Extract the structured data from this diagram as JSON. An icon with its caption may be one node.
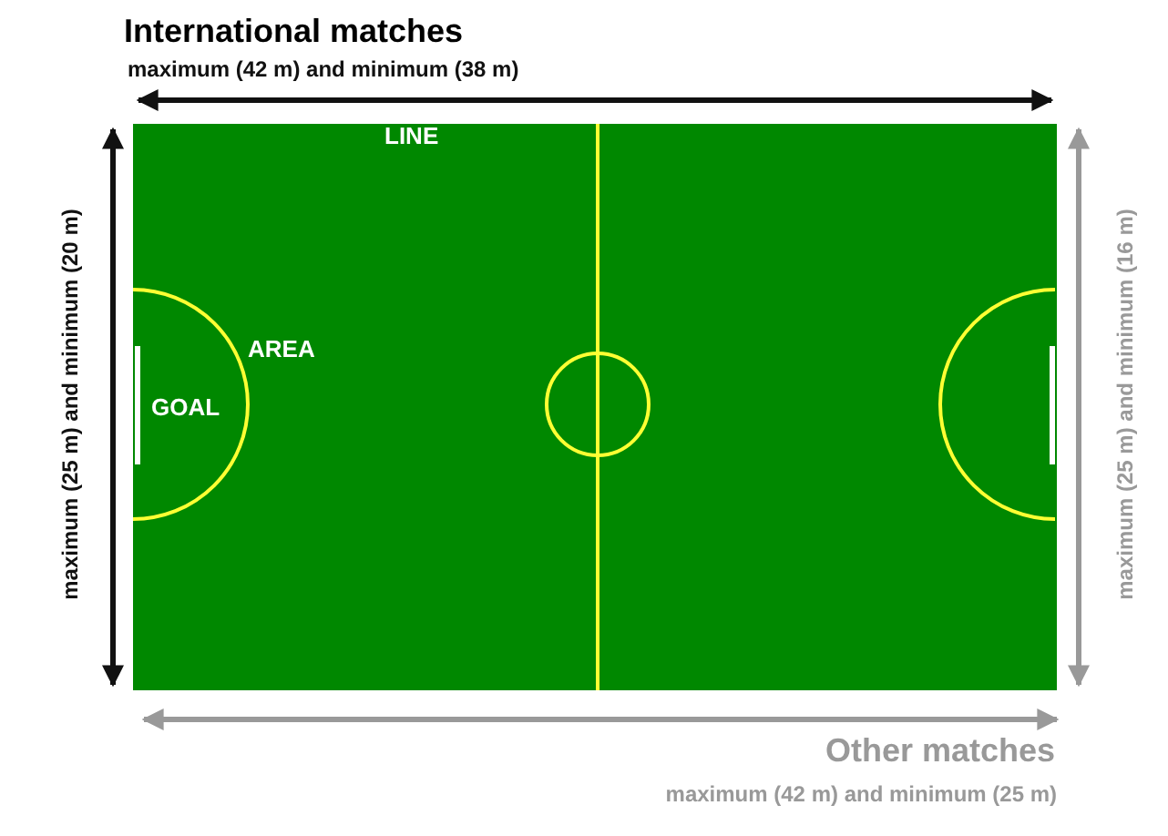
{
  "diagram": {
    "labels": [
      "International matches",
      "maximum (42 m) and minimum (38 m)",
      "LINE",
      "AREA",
      "GOAL",
      "maximum (25 m) and minimum (20 m)",
      "maximum (25 m) and minimum (16 m)",
      "Other matches",
      "maximum (42 m) and minimum (25 m)"
    ]
  }
}
